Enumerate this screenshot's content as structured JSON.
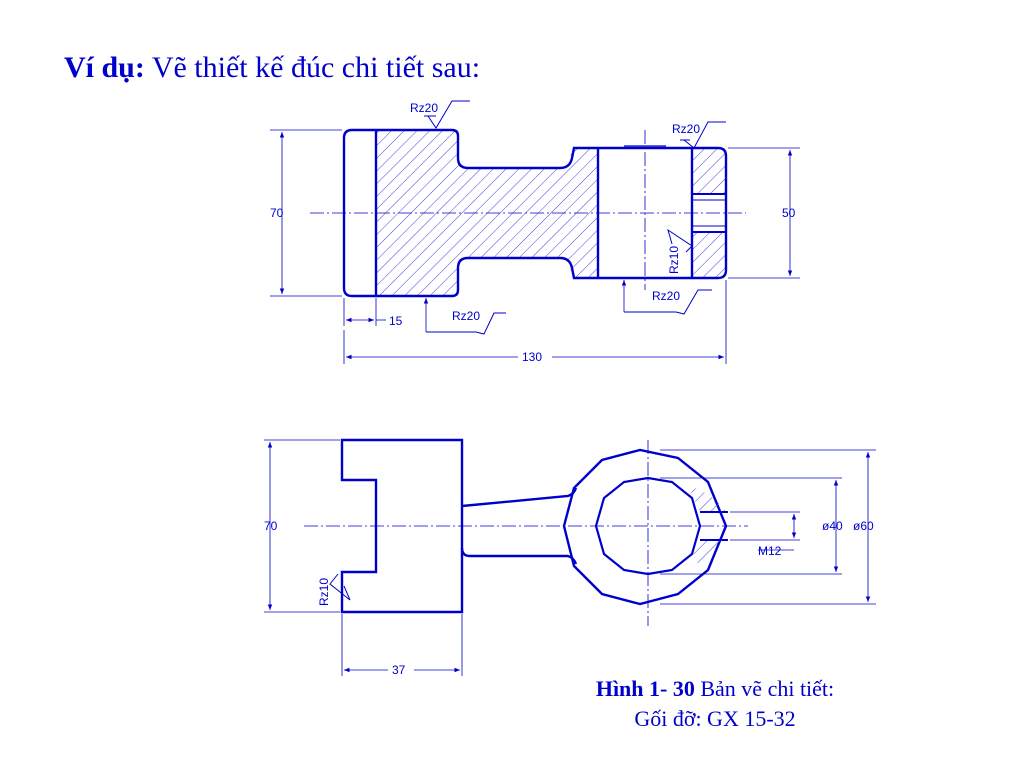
{
  "title": {
    "lead": "Ví dụ:",
    "rest": "Vẽ thiết kế đúc chi tiết sau:"
  },
  "caption": {
    "fig": "Hình 1- 30",
    "line1_rest": "Bản vẽ chi tiết:",
    "line2": "Gối đỡ: GX 15-32"
  },
  "labels": {
    "rz20": "Rz20",
    "rz10": "Rz10",
    "d70": "70",
    "d50": "50",
    "d15": "15",
    "d130": "130",
    "d37": "37",
    "phi40": "ø40",
    "phi60": "ø60",
    "m12": "M12"
  },
  "colors": {
    "line": "#0000cc",
    "hatch": "#4444dd"
  }
}
